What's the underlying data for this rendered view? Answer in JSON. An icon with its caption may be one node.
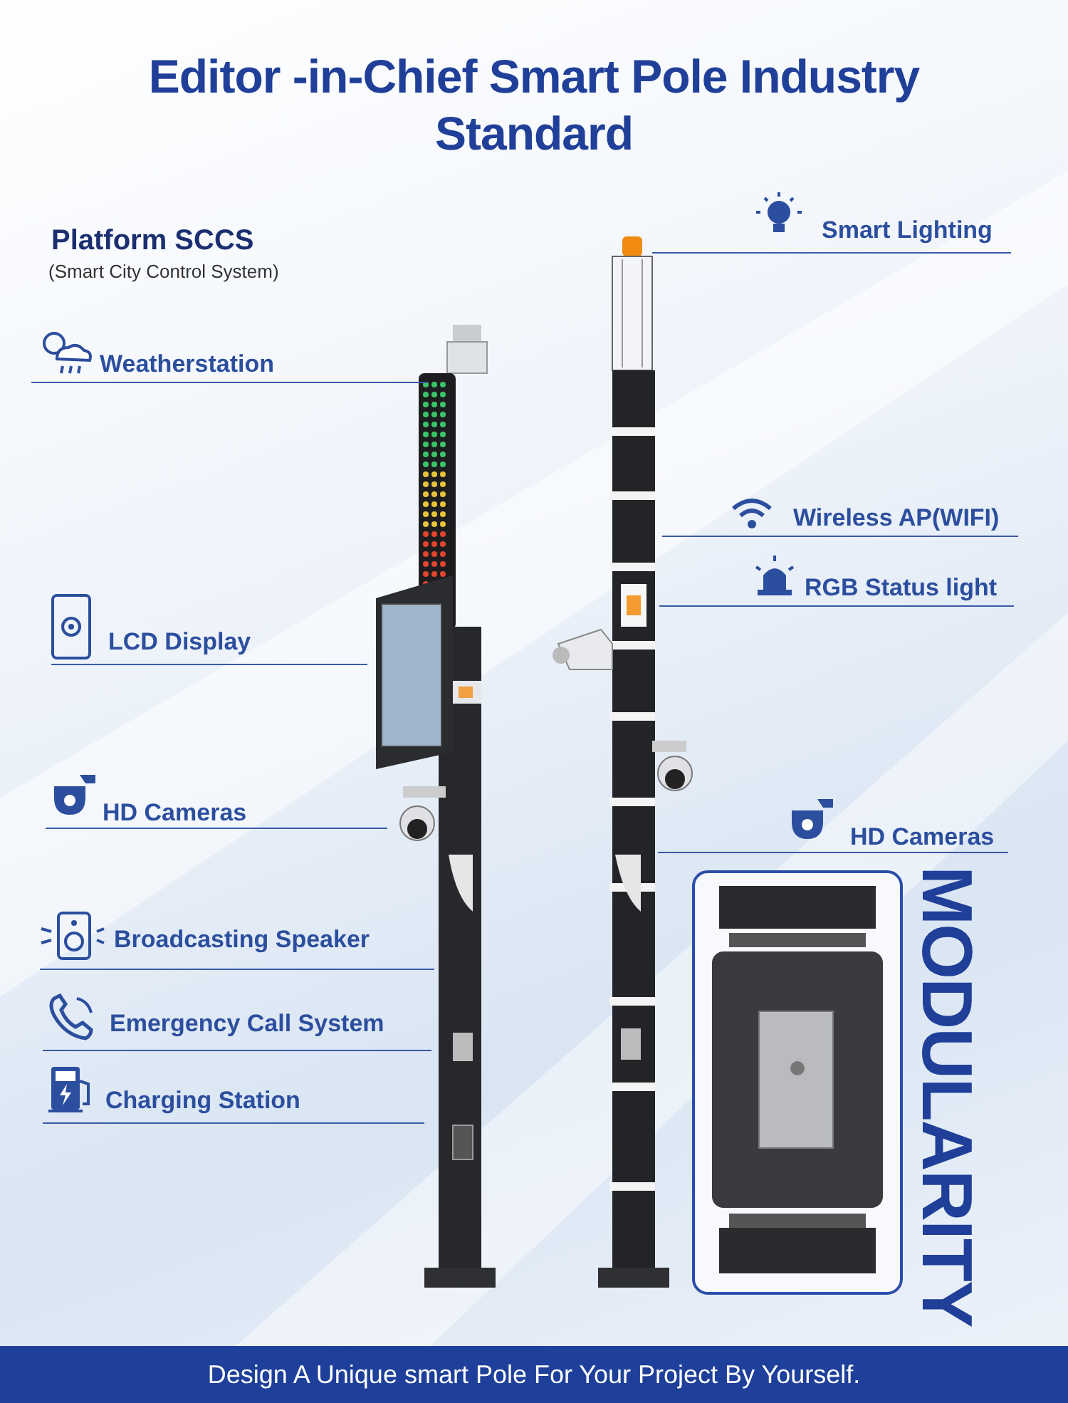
{
  "diagram": {
    "title": "Editor -in-Chief Smart Pole Industry Standard",
    "caption": "Design A Unique smart Pole For Your Project By Yourself.",
    "labels": [
      "Smart Lighting",
      "Platform SCCS",
      "(Smart City Control System)",
      "Weatherstation",
      "Wireless AP(WIFI)",
      "RGB Status light",
      "LCD Display",
      "HD Cameras",
      "HD Cameras",
      "MODULARITY",
      "Broadcasting Speaker",
      "Emergency Call System",
      "Charging Station"
    ]
  }
}
